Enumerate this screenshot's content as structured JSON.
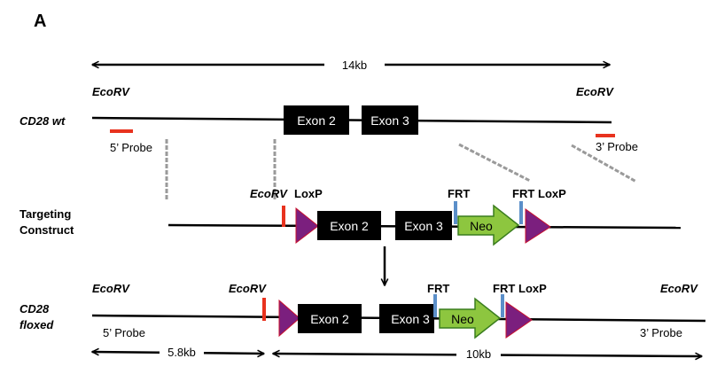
{
  "panel_label": "A",
  "wt": {
    "size_label": "14kb",
    "ecorv_left": "EcoRV",
    "ecorv_right": "EcoRV",
    "row_label": "CD28 wt",
    "exon2": "Exon 2",
    "exon3": "Exon 3",
    "probe5": "5’ Probe",
    "probe3": "3’ Probe"
  },
  "construct": {
    "ecorv": "EcoRV",
    "loxp": "LoxP",
    "frt_left": "FRT",
    "frt_right": "FRT",
    "loxp_right": "LoxP",
    "label_line1": "Targeting",
    "label_line2": "Construct",
    "exon2": "Exon 2",
    "exon3": "Exon 3",
    "neo": "Neo"
  },
  "floxed": {
    "ecorv_1": "EcoRV",
    "ecorv_2": "EcoRV",
    "ecorv_3": "EcoRV",
    "frt_left": "FRT",
    "frt_right": "FRT",
    "loxp": "LoxP",
    "label_line1": "CD28",
    "label_line2": "floxed",
    "exon2": "Exon 2",
    "exon3": "Exon 3",
    "neo": "Neo",
    "probe5": "5’ Probe",
    "probe3": "3’ Probe",
    "size_left": "5.8kb",
    "size_right": "10kb"
  },
  "colors": {
    "exon": "#000000",
    "probe": "#e8321e",
    "frt": "#5b8fc9",
    "loxp_fill": "#7b1f7e",
    "neo_fill": "#8dc63f",
    "neo_stroke": "#3a7d1e",
    "dash": "#9a9a9a"
  }
}
